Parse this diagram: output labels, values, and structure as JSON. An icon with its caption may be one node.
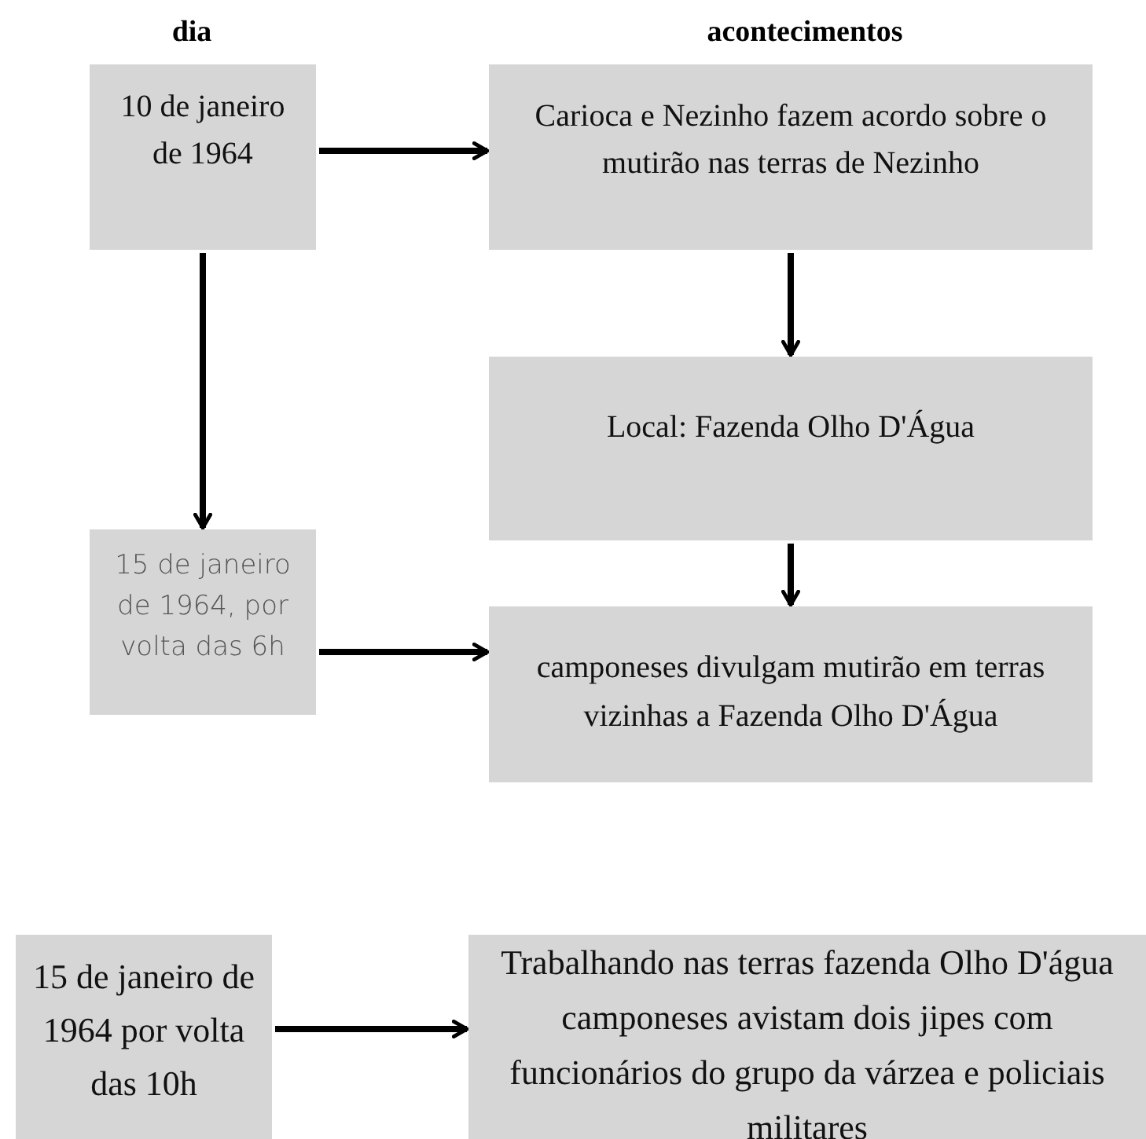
{
  "diagram": {
    "nodes": [
      {
        "text": [
          "10 de janeiro de 1964"
        ]
      },
      {
        "text": [
          "Carioca e Nezinho fazem acordo sobre o mutirão nas terras de Nezinho"
        ]
      },
      {
        "text": [
          "Local: Fazenda Olho D'Água"
        ]
      },
      {
        "text": [
          "15 de janeiro de 1964, por volta das 6h"
        ]
      },
      {
        "text": [
          "camponeses divulgam mutirão em terras vizinhas a Fazenda Olho D'Água"
        ]
      },
      {
        "text": [
          "15 de janeiro de 1964 por volta das 10h"
        ]
      },
      {
        "text": [
          "Trabalhando nas terras fazenda Olho D'água camponeses avistam dois jipes com funcionários do grupo da várzea e policiais militares"
        ]
      }
    ],
    "edges": [
      {
        "from": 0,
        "to": 1,
        "arrow": "to"
      },
      {
        "from": 1,
        "to": 2,
        "arrow": "to"
      },
      {
        "from": 0,
        "to": 3,
        "arrow": "to"
      },
      {
        "from": 2,
        "to": 4,
        "arrow": "to"
      },
      {
        "from": 3,
        "to": 4,
        "arrow": "to"
      },
      {
        "from": 5,
        "to": 6,
        "arrow": "to"
      }
    ],
    "labels": [
      "dia",
      "acontecimentos"
    ]
  }
}
